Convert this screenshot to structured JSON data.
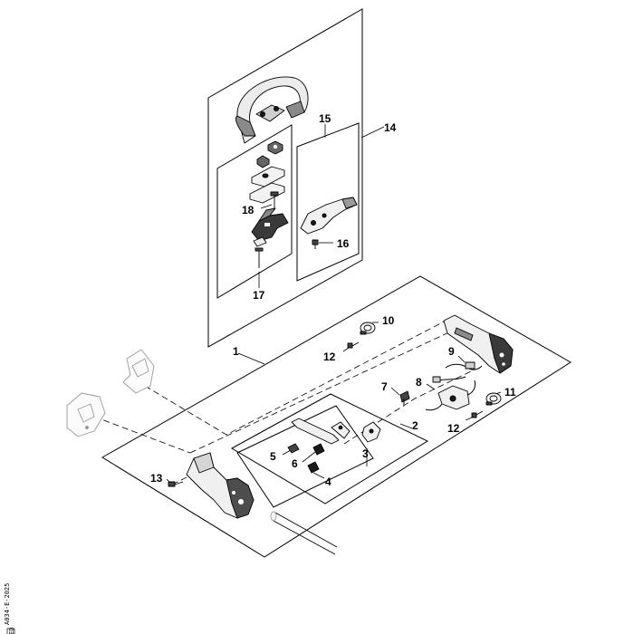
{
  "callouts": {
    "p1": "1",
    "p2": "2",
    "p3": "3",
    "p4": "4",
    "p5": "5",
    "p6": "6",
    "p7": "7",
    "p8": "8",
    "p9": "9",
    "p10": "10",
    "p11": "11",
    "p12a": "12",
    "p12b": "12",
    "p13": "13",
    "p14": "14",
    "p15": "15",
    "p16": "16",
    "p17": "17",
    "p18": "18"
  },
  "side_code": {
    "line1": "A034-E-2025",
    "line2": "ED"
  }
}
